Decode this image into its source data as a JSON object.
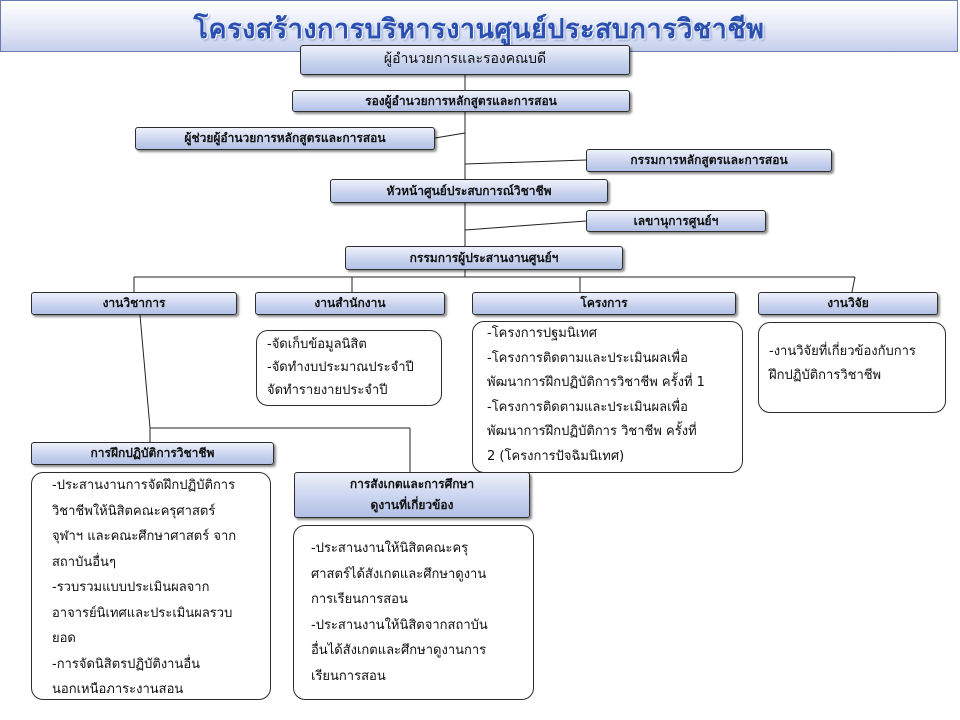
{
  "title": "โครงสร้างการบริหารงานศูนย์ประสบการวิชาชีพ",
  "boxes": {
    "director": "ผู้อำนวยการและรองคณบดี",
    "deputy": "รองผู้อำนวยการหลักสูตรและการสอน",
    "assistant": "ผู้ช่วยผู้อำนวยการหลักสูตรและการสอน",
    "curriculum_committee": "กรรมการหลักสูตรและการสอน",
    "center_head": "หัวหน้าศูนย์ประสบการณ์วิชาชีพ",
    "secretary": "เลขานุการศูนย์ฯ",
    "coordinators": "กรรมการผู้ประสานงานศูนย์ฯ",
    "academic": "งานวิชาการ",
    "office": "งานสำนักงาน",
    "projects": "โครงการ",
    "research": "งานวิจัย",
    "practicum": "การฝึกปฏิบัติการวิชาชีพ",
    "observation_line1": "การสังเกตและการศึกษา",
    "observation_line2": "ดูงานที่เกี่ยวข้อง"
  },
  "lists": {
    "office": [
      "-จัดเก็บข้อมูลนิสิต",
      "-จัดทำงบประมาณประจำปี",
      "จัดทำรายงายประจำปี"
    ],
    "projects": [
      "-โครงการปฐมนิเทศ",
      "-โครงการติดตามและประเมินผลเพื่อ",
      "พัฒนาการฝึกปฏิบัติการวิชาชีพ ครั้งที่ 1",
      "-โครงการติดตามและประเมินผลเพื่อ",
      "พัฒนาการฝึกปฏิบัติการ วิชาชีพ ครั้งที่",
      "2 (โครงการปัจฉิมนิเทศ)"
    ],
    "research": [
      "-งานวิจัยที่เกี่ยวข้องกับการ",
      "ฝึกปฏิบัติการวิชาชีพ"
    ],
    "practicum": [
      "-ประสานงานการจัดฝึกปฏิบัติการ",
      "วิชาชีพให้นิสิตคณะครุศาสตร์",
      "จุฬาฯ และคณะศึกษาศาสตร์ จาก",
      "สถาบันอื่นๆ",
      "-รวบรวมแบบประเมินผลจาก",
      "อาจารย์นิเทศและประเมินผลรวบ",
      "ยอด",
      "-การจัดนิสิตรปฏิบัติงานอื่น",
      "นอกเหนือภาระงานสอน"
    ],
    "observation": [
      "-ประสานงานให้นิสิตคณะครุ",
      "ศาสตร์ได้สังเกตและศึกษาดูงาน",
      "การเรียนการสอน",
      "-ประสานงานให้นิสิตจากสถาบัน",
      "อื่นได้สังเกตและศึกษาดูงานการ",
      "เรียนการสอน"
    ]
  }
}
